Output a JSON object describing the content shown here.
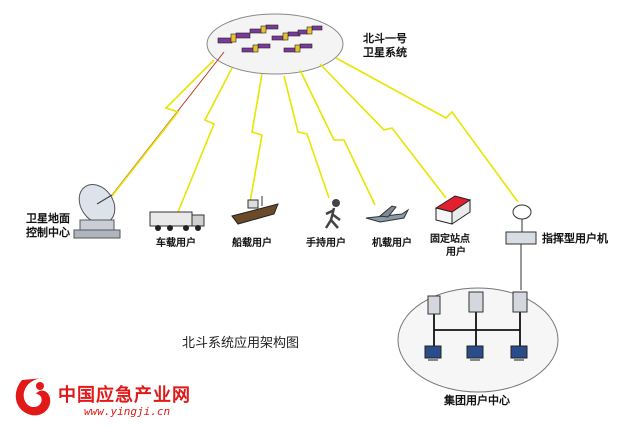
{
  "satellite": {
    "label_line1": "北斗一号",
    "label_line2": "卫星系统"
  },
  "ground_station": {
    "label_line1": "卫星地面",
    "label_line2": "控制中心"
  },
  "terminals": {
    "vehicle": "车载用户",
    "ship": "船载用户",
    "handheld": "手持用户",
    "aircraft": "机载用户",
    "fixed_line1": "固定站点",
    "fixed_line2": "用户",
    "command_terminal": "指挥型用户机"
  },
  "group_center": {
    "label": "集团用户中心"
  },
  "caption": "北斗系统应用架构图",
  "watermark": {
    "brand": "中国应急产业网",
    "site": "www.yingji.cn"
  },
  "colors": {
    "link": "#e6e600",
    "brand": "#e11919",
    "roof": "#e0202e"
  }
}
